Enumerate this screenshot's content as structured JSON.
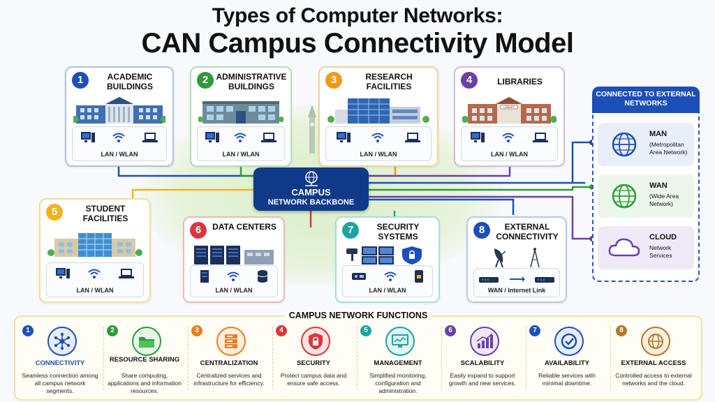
{
  "title": {
    "line1": "Types of Computer Networks:",
    "line2": "CAN Campus Connectivity Model"
  },
  "backbone": {
    "line1": "CAMPUS",
    "line2": "NETWORK BACKBONE"
  },
  "zones": [
    {
      "num": "1",
      "title": "ACADEMIC BUILDINGS",
      "network": "LAN / WLAN",
      "color": "#1d4fb8"
    },
    {
      "num": "2",
      "title": "ADMINISTRATIVE BUILDINGS",
      "network": "LAN / WLAN",
      "color": "#2e9b3a"
    },
    {
      "num": "3",
      "title": "RESEARCH FACILITIES",
      "network": "LAN / WLAN",
      "color": "#ef9a1a"
    },
    {
      "num": "4",
      "title": "LIBRARIES",
      "network": "LAN / WLAN",
      "color": "#6b3fa8"
    },
    {
      "num": "5",
      "title": "STUDENT FACILITIES",
      "network": "LAN / WLAN",
      "color": "#f2b21f"
    },
    {
      "num": "6",
      "title": "DATA CENTERS",
      "network": "LAN / WLAN",
      "color": "#d9373a"
    },
    {
      "num": "7",
      "title": "SECURITY SYSTEMS",
      "network": "LAN / WLAN",
      "color": "#1aa5a0"
    },
    {
      "num": "8",
      "title": "EXTERNAL CONNECTIVITY",
      "network": "WAN / Internet Link",
      "color": "#1d4fb8"
    }
  ],
  "library_sign": "LIBRARY",
  "external": {
    "header": "CONNECTED TO EXTERNAL NETWORKS",
    "items": [
      {
        "name": "MAN",
        "desc": "(Metropolitan Area Network)",
        "color": "#1d4fb8"
      },
      {
        "name": "WAN",
        "desc": "(Wide Area Network)",
        "color": "#2e9b3a"
      },
      {
        "name": "CLOUD",
        "desc": "Network Services",
        "color": "#6b3fa8"
      }
    ]
  },
  "functions": {
    "title": "CAMPUS NETWORK FUNCTIONS",
    "items": [
      {
        "num": "1",
        "name": "CONNECTIVITY",
        "desc": "Seamless connection among all campus network segments.",
        "color": "#1d4fb8",
        "icon": "network-hub-icon"
      },
      {
        "num": "2",
        "name": "RESOURCE SHARING",
        "desc": "Share computing, applications and information resources.",
        "color": "#2e9b3a",
        "icon": "folder-icon"
      },
      {
        "num": "3",
        "name": "CENTRALIZATION",
        "desc": "Centralized services and infrastructure for efficiency.",
        "color": "#ef7d1a",
        "icon": "server-stack-icon"
      },
      {
        "num": "4",
        "name": "SECURITY",
        "desc": "Protect campus data and ensure safe access.",
        "color": "#d9373a",
        "icon": "lock-shield-icon"
      },
      {
        "num": "5",
        "name": "MANAGEMENT",
        "desc": "Simplified monitoring, configuration and administration.",
        "color": "#1aa5a0",
        "icon": "monitor-chart-icon"
      },
      {
        "num": "6",
        "name": "SCALABILITY",
        "desc": "Easily expand to support growth and new services.",
        "color": "#6b3fa8",
        "icon": "growth-bars-icon"
      },
      {
        "num": "7",
        "name": "AVAILABILITY",
        "desc": "Reliable services with minimal downtime.",
        "color": "#1d4fb8",
        "icon": "check-clock-icon"
      },
      {
        "num": "8",
        "name": "EXTERNAL ACCESS",
        "desc": "Controlled access to external networks and the cloud.",
        "color": "#b5772a",
        "icon": "globe-icon"
      }
    ]
  }
}
